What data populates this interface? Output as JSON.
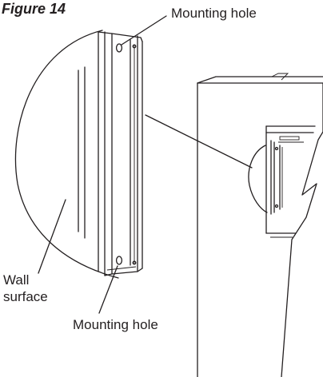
{
  "figure": {
    "title": "Figure 14",
    "labels": {
      "mounting_hole_top": "Mounting hole",
      "wall_line1": "Wall",
      "wall_line2": "surface",
      "mounting_hole_bottom": "Mounting hole"
    }
  }
}
